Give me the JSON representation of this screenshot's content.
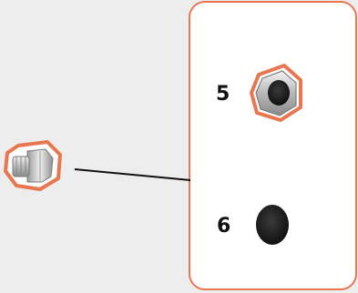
{
  "panel": {
    "ports": [
      {
        "label": "5",
        "kind": "hex-nut-hole",
        "highlighted": true
      },
      {
        "label": "6",
        "kind": "plain-hole",
        "highlighted": false
      }
    ]
  },
  "part": {
    "kind": "hex-standoff",
    "highlighted": true
  },
  "colors": {
    "background": "#ededed",
    "panel_fill": "#ffffff",
    "highlight": "#e8764f",
    "connector_line": "#111111",
    "hole_dark": "#1a1a1a"
  }
}
